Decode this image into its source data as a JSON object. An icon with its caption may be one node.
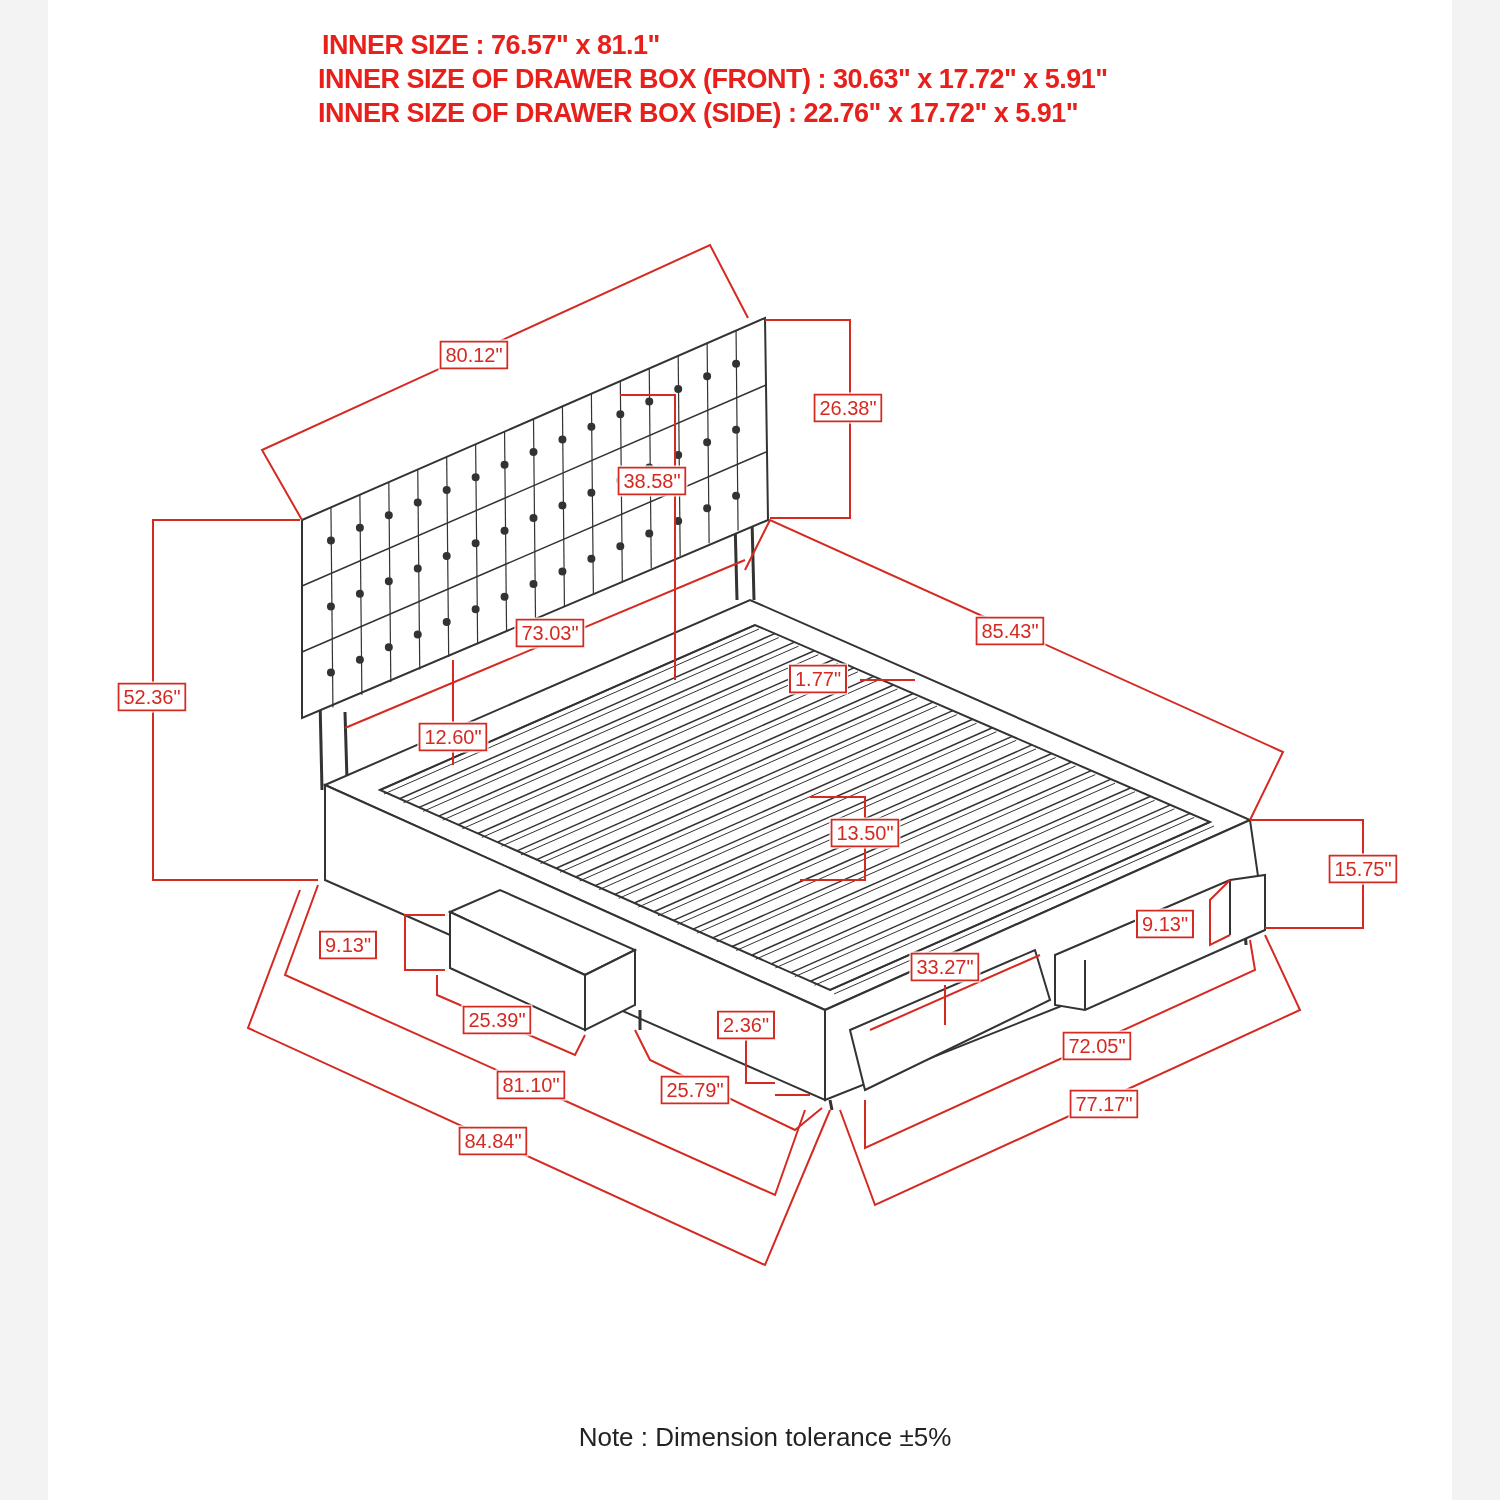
{
  "diagram": {
    "labels": [
      "INNER SIZE : 76.57\" x 81.1\"",
      "INNER SIZE OF DRAWER BOX (FRONT) : 30.63\" x 17.72\" x 5.91\"",
      "INNER SIZE OF DRAWER BOX (SIDE) : 22.76\" x 17.72\" x 5.91\"",
      "80.12\"",
      "26.38\"",
      "38.58\"",
      "85.43\"",
      "73.03\"",
      "1.77\"",
      "52.36\"",
      "12.60\"",
      "13.50\"",
      "15.75\"",
      "9.13\"",
      "9.13\"",
      "33.27\"",
      "25.39\"",
      "2.36\"",
      "72.05\"",
      "81.10\"",
      "25.79\"",
      "77.17\"",
      "84.84\"",
      "Note : Dimension tolerance ±5%"
    ]
  }
}
